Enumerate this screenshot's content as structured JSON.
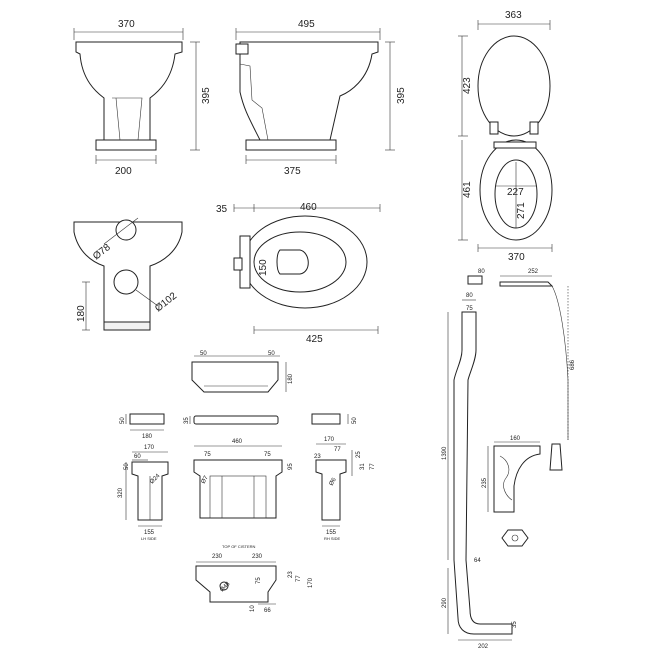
{
  "views": {
    "pan_front": {
      "width": "370",
      "height": "395",
      "base": "200"
    },
    "pan_side": {
      "width": "495",
      "height": "395",
      "base": "375"
    },
    "pan_top": {
      "pipe_dia": "Ø78",
      "outlet_dia": "Ø102",
      "offset": "180"
    },
    "pan_plan": {
      "margin": "35",
      "length": "460",
      "depth": "425",
      "seat_gap": "150"
    },
    "seat": {
      "width": "363",
      "lid_height": "423",
      "seat_height": "461",
      "inner_width": "227",
      "inner_depth": "271",
      "base_width": "370"
    },
    "cistern_top": {
      "left": "50",
      "right": "50",
      "height": "180"
    },
    "cistern_lid_left": {
      "height": "50",
      "width": "180"
    },
    "cistern_lid_right": {
      "height": "35"
    },
    "cistern_lid_side": {
      "height": "50"
    },
    "cistern_lh": {
      "width": "170",
      "top": "60",
      "offset": "50",
      "height": "320",
      "bore": "Ø24",
      "base": "155",
      "label": "LH SIDE"
    },
    "cistern_front": {
      "width": "460",
      "left": "75",
      "right": "75",
      "depth": "95",
      "bore": "Ø7"
    },
    "cistern_rh": {
      "width": "170",
      "a": "77",
      "b": "23",
      "c": "25",
      "d": "31",
      "e": "77",
      "bore": "Ø6",
      "base": "155",
      "label": "RH SIDE"
    },
    "cistern_under": {
      "caption": "TOP OF CISTERN",
      "left": "230",
      "right": "230",
      "bore": "Ø48",
      "a": "75",
      "b": "23",
      "c": "77",
      "d": "170",
      "e": "10",
      "f": "66"
    },
    "flush_pipe": {
      "top": "80",
      "width": "75",
      "top2": "80",
      "length": "1390",
      "bend": "64",
      "lower": "290",
      "base": "202",
      "foot": "35"
    },
    "chain_pull": {
      "arm": "252",
      "drop": "686"
    },
    "bracket": {
      "width": "160",
      "height": "235"
    }
  }
}
